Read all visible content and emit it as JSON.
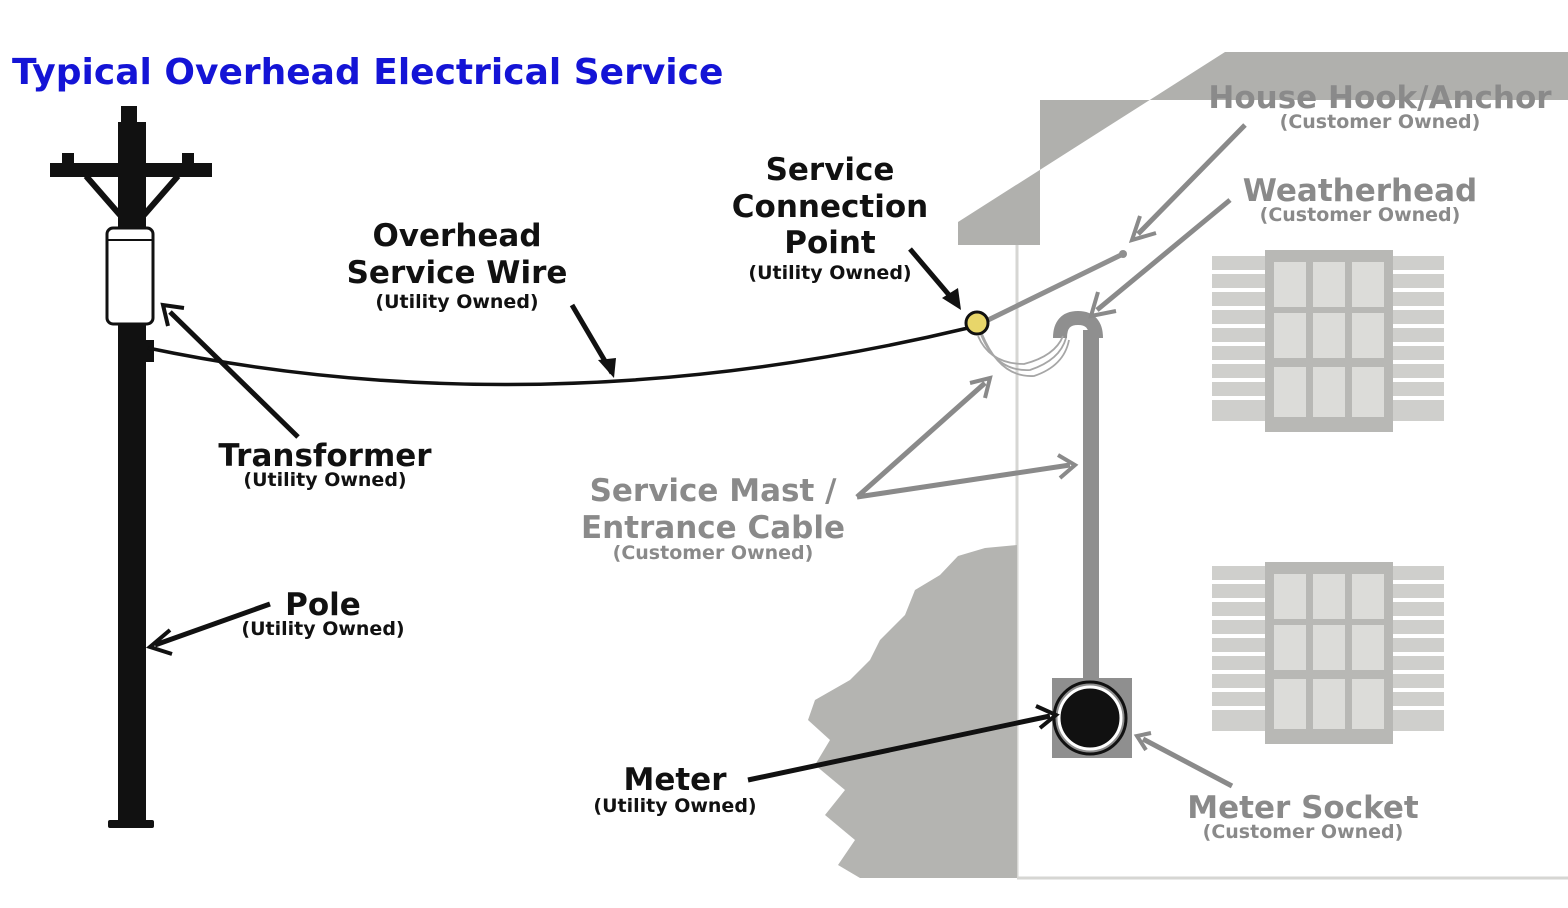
{
  "title": "Typical Overhead Electrical Service",
  "labels": {
    "house_hook": {
      "name": "House Hook/Anchor",
      "owner": "(Customer Owned)"
    },
    "weatherhead": {
      "name": "Weatherhead",
      "owner": "(Customer Owned)"
    },
    "service_connection": {
      "line1": "Service",
      "line2": "Connection",
      "line3": "Point",
      "owner": "(Utility Owned)"
    },
    "overhead_wire": {
      "line1": "Overhead",
      "line2": "Service Wire",
      "owner": "(Utility Owned)"
    },
    "transformer": {
      "name": "Transformer",
      "owner": "(Utility Owned)"
    },
    "service_mast": {
      "line1": "Service Mast /",
      "line2": "Entrance Cable",
      "owner": "(Customer Owned)"
    },
    "pole": {
      "name": "Pole",
      "owner": "(Utility Owned)"
    },
    "meter": {
      "name": "Meter",
      "owner": "(Utility Owned)"
    },
    "meter_socket": {
      "name": "Meter Socket",
      "owner": "(Customer Owned)"
    }
  },
  "colors": {
    "title": "#1414d6",
    "utility_label": "#111111",
    "customer_label": "#8a8a8a",
    "house": "#b0b0ad",
    "house_light": "#cfcfcc",
    "connection_point": "#e8d66a"
  }
}
